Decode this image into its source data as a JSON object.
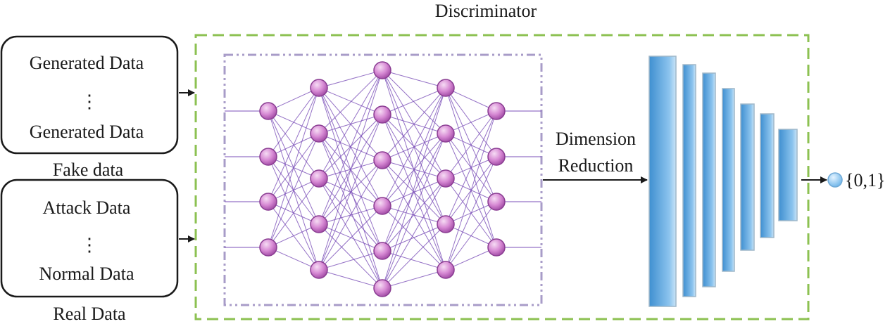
{
  "title": "Discriminator",
  "inputs": {
    "fake": {
      "lines": [
        "Generated Data",
        "⋮",
        "Generated Data"
      ],
      "caption": "Fake data"
    },
    "real": {
      "lines": [
        "Attack Data",
        "⋮",
        "Normal Data"
      ],
      "caption": "Real Data"
    }
  },
  "dimension_label": [
    "Dimension",
    "Reduction"
  ],
  "output_label": "{0,1}",
  "network": {
    "layer_sizes": [
      4,
      5,
      6,
      5,
      4
    ]
  },
  "reduction_bars": 7,
  "colors": {
    "discriminator_border": "#8cc152",
    "network_border": "#a89cc8",
    "node_fill": "#c878c8",
    "edge": "#7b4fb8",
    "bar_fill": "#5aa7dd",
    "output_node": "#8ec5ee",
    "text": "#1a1a1a"
  }
}
